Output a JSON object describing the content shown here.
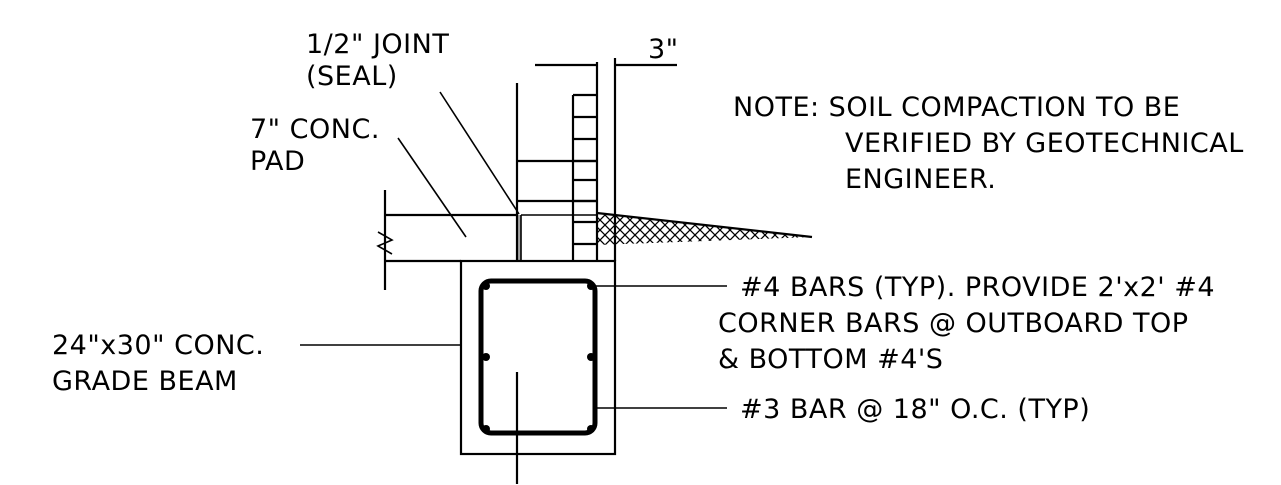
{
  "labels": {
    "joint_line1": "1/2\" JOINT",
    "joint_line2": "(SEAL)",
    "pad_line1": "7\" CONC.",
    "pad_line2": "PAD",
    "dim_3in": "3\"",
    "note_line1": "NOTE: SOIL COMPACTION TO BE",
    "note_line2": "VERIFIED BY GEOTECHNICAL",
    "note_line3": "ENGINEER.",
    "bars_line1": "#4 BARS (TYP). PROVIDE 2'x2' #4",
    "bars_line2": "CORNER BARS @ OUTBOARD TOP",
    "bars_line3": "& BOTTOM #4'S",
    "beam_line1": "24\"x30\" CONC.",
    "beam_line2": "GRADE BEAM",
    "stirrup_line1": "#3 BAR @ 18\" O.C. (TYP)"
  },
  "colors": {
    "line": "#000000",
    "background": "#ffffff"
  }
}
